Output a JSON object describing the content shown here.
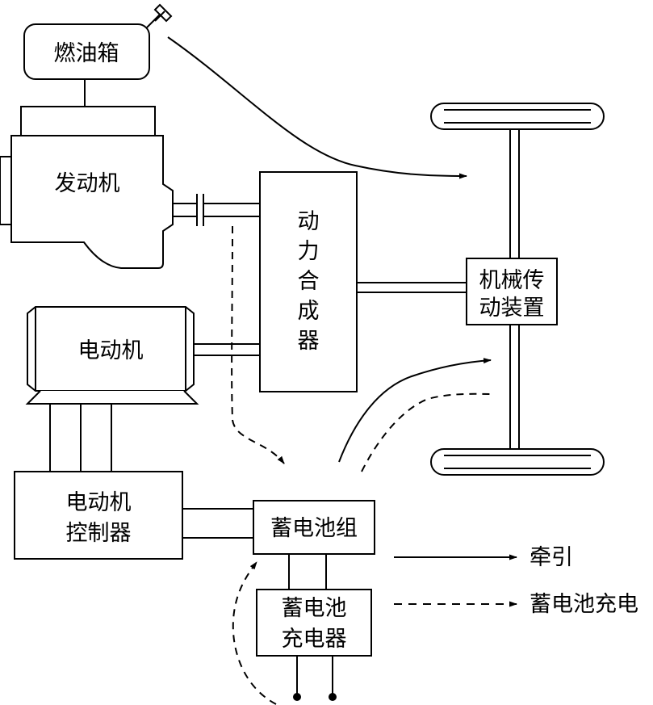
{
  "components": {
    "fuel_tank": "燃油箱",
    "engine": "发动机",
    "power_combiner": [
      "动",
      "力",
      "合",
      "成",
      "器"
    ],
    "mechanical_transmission": [
      "机械传",
      "动装置"
    ],
    "motor": "电动机",
    "motor_controller": [
      "电动机",
      "控制器"
    ],
    "battery_pack": "蓄电池组",
    "battery_charger": [
      "蓄电池",
      "充电器"
    ]
  },
  "legend": {
    "traction": "牵引",
    "battery_charging": "蓄电池充电"
  },
  "colors": {
    "stroke": "#000000",
    "background": "#ffffff"
  }
}
